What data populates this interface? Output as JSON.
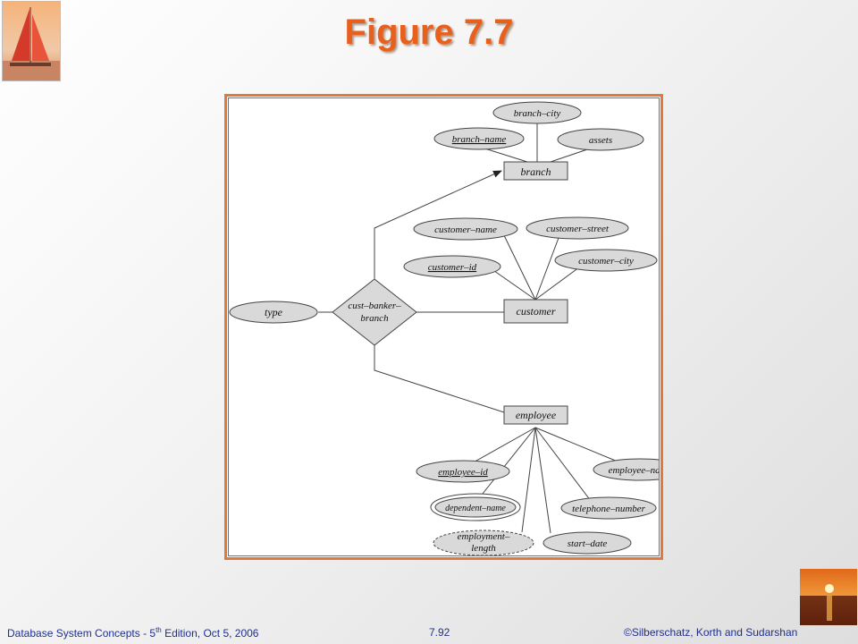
{
  "slide": {
    "title": "Figure 7.7"
  },
  "diagram": {
    "entities": [
      {
        "id": "branch",
        "label": "branch"
      },
      {
        "id": "customer",
        "label": "customer"
      },
      {
        "id": "employee",
        "label": "employee"
      }
    ],
    "relationships": [
      {
        "id": "cust_banker_branch",
        "label_line1": "cust–banker–",
        "label_line2": "branch"
      }
    ],
    "attributes": [
      {
        "id": "branch_city",
        "label": "branch–city",
        "of": "branch"
      },
      {
        "id": "branch_name",
        "label": "branch–name",
        "of": "branch",
        "key": true
      },
      {
        "id": "assets",
        "label": "assets",
        "of": "branch"
      },
      {
        "id": "customer_name",
        "label": "customer–name",
        "of": "customer"
      },
      {
        "id": "customer_street",
        "label": "customer–street",
        "of": "customer"
      },
      {
        "id": "customer_id",
        "label": "customer–id",
        "of": "customer",
        "key": true
      },
      {
        "id": "customer_city",
        "label": "customer–city",
        "of": "customer"
      },
      {
        "id": "type",
        "label": "type",
        "of": "cust_banker_branch"
      },
      {
        "id": "employee_id",
        "label": "employee–id",
        "of": "employee",
        "key": true
      },
      {
        "id": "employee_name",
        "label": "employee–name",
        "of": "employee"
      },
      {
        "id": "dependent_name",
        "label": "dependent–name",
        "of": "employee",
        "multivalued": true
      },
      {
        "id": "telephone_number",
        "label": "telephone–number",
        "of": "employee"
      },
      {
        "id": "employment_length",
        "label_line1": "employment–",
        "label_line2": "length",
        "of": "employee",
        "derived": true
      },
      {
        "id": "start_date",
        "label": "start–date",
        "of": "employee"
      }
    ]
  },
  "footer": {
    "left_prefix": "Database  System Concepts  - 5",
    "left_sup": "th",
    "left_suffix": " Edition, Oct 5, 2006",
    "page": "7.92",
    "copyright": "©Silberschatz, Korth and Sudarshan"
  },
  "colors": {
    "title": "#e8601c",
    "frame": "#e07a3c",
    "shape_fill": "#d9d9d9",
    "footer_text": "#1f2f8f"
  }
}
